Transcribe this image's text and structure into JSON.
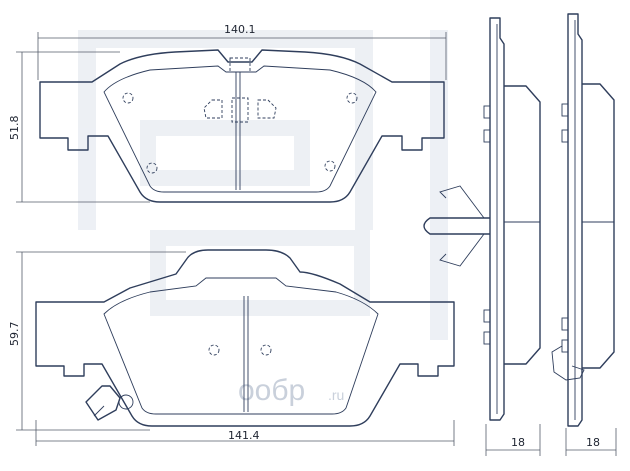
{
  "dimensions": {
    "top_pad_width": "140.1",
    "top_pad_height": "51.8",
    "bottom_pad_width": "141.4",
    "bottom_pad_height": "59.7",
    "side_thickness_1": "18",
    "side_thickness_2": "18"
  },
  "watermark": {
    "text": "ообр",
    "suffix": ".ru"
  },
  "colors": {
    "line": "#2f3e5c",
    "watermark": "#c9d0db",
    "dimension": "#555c6a"
  }
}
